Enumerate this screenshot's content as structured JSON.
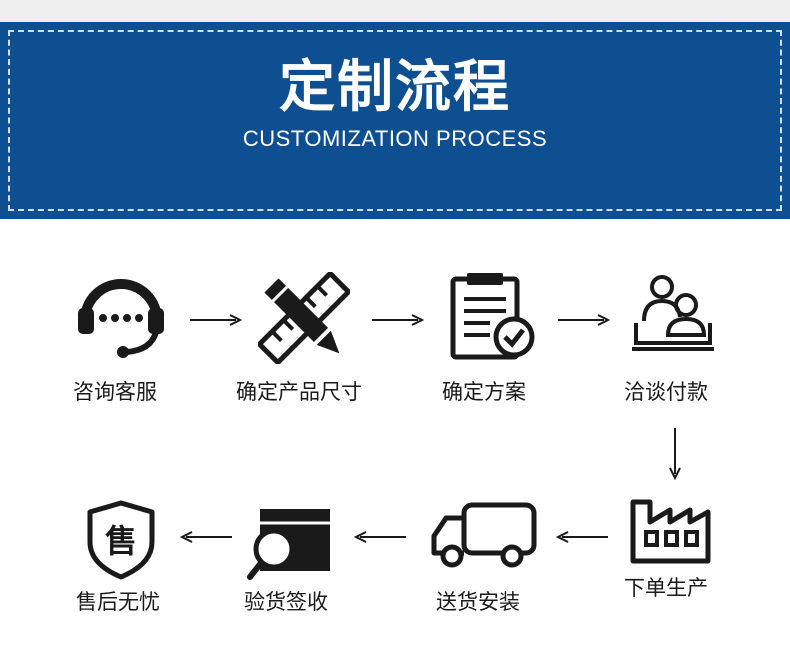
{
  "header": {
    "title": "定制流程",
    "subtitle": "CUSTOMIZATION PROCESS"
  },
  "colors": {
    "banner": "#0e4f91",
    "icon": "#1a1a1a"
  },
  "steps": [
    {
      "label": "咨询客服",
      "icon": "headset-icon"
    },
    {
      "label": "确定产品尺寸",
      "icon": "pencil-ruler-icon"
    },
    {
      "label": "确定方案",
      "icon": "clipboard-check-icon"
    },
    {
      "label": "洽谈付款",
      "icon": "meeting-icon"
    },
    {
      "label": "下单生产",
      "icon": "factory-icon"
    },
    {
      "label": "送货安装",
      "icon": "truck-icon"
    },
    {
      "label": "验货签收",
      "icon": "box-inspect-icon"
    },
    {
      "label": "售后无忧",
      "icon": "after-sales-shield-icon"
    }
  ],
  "badge_char": "售"
}
